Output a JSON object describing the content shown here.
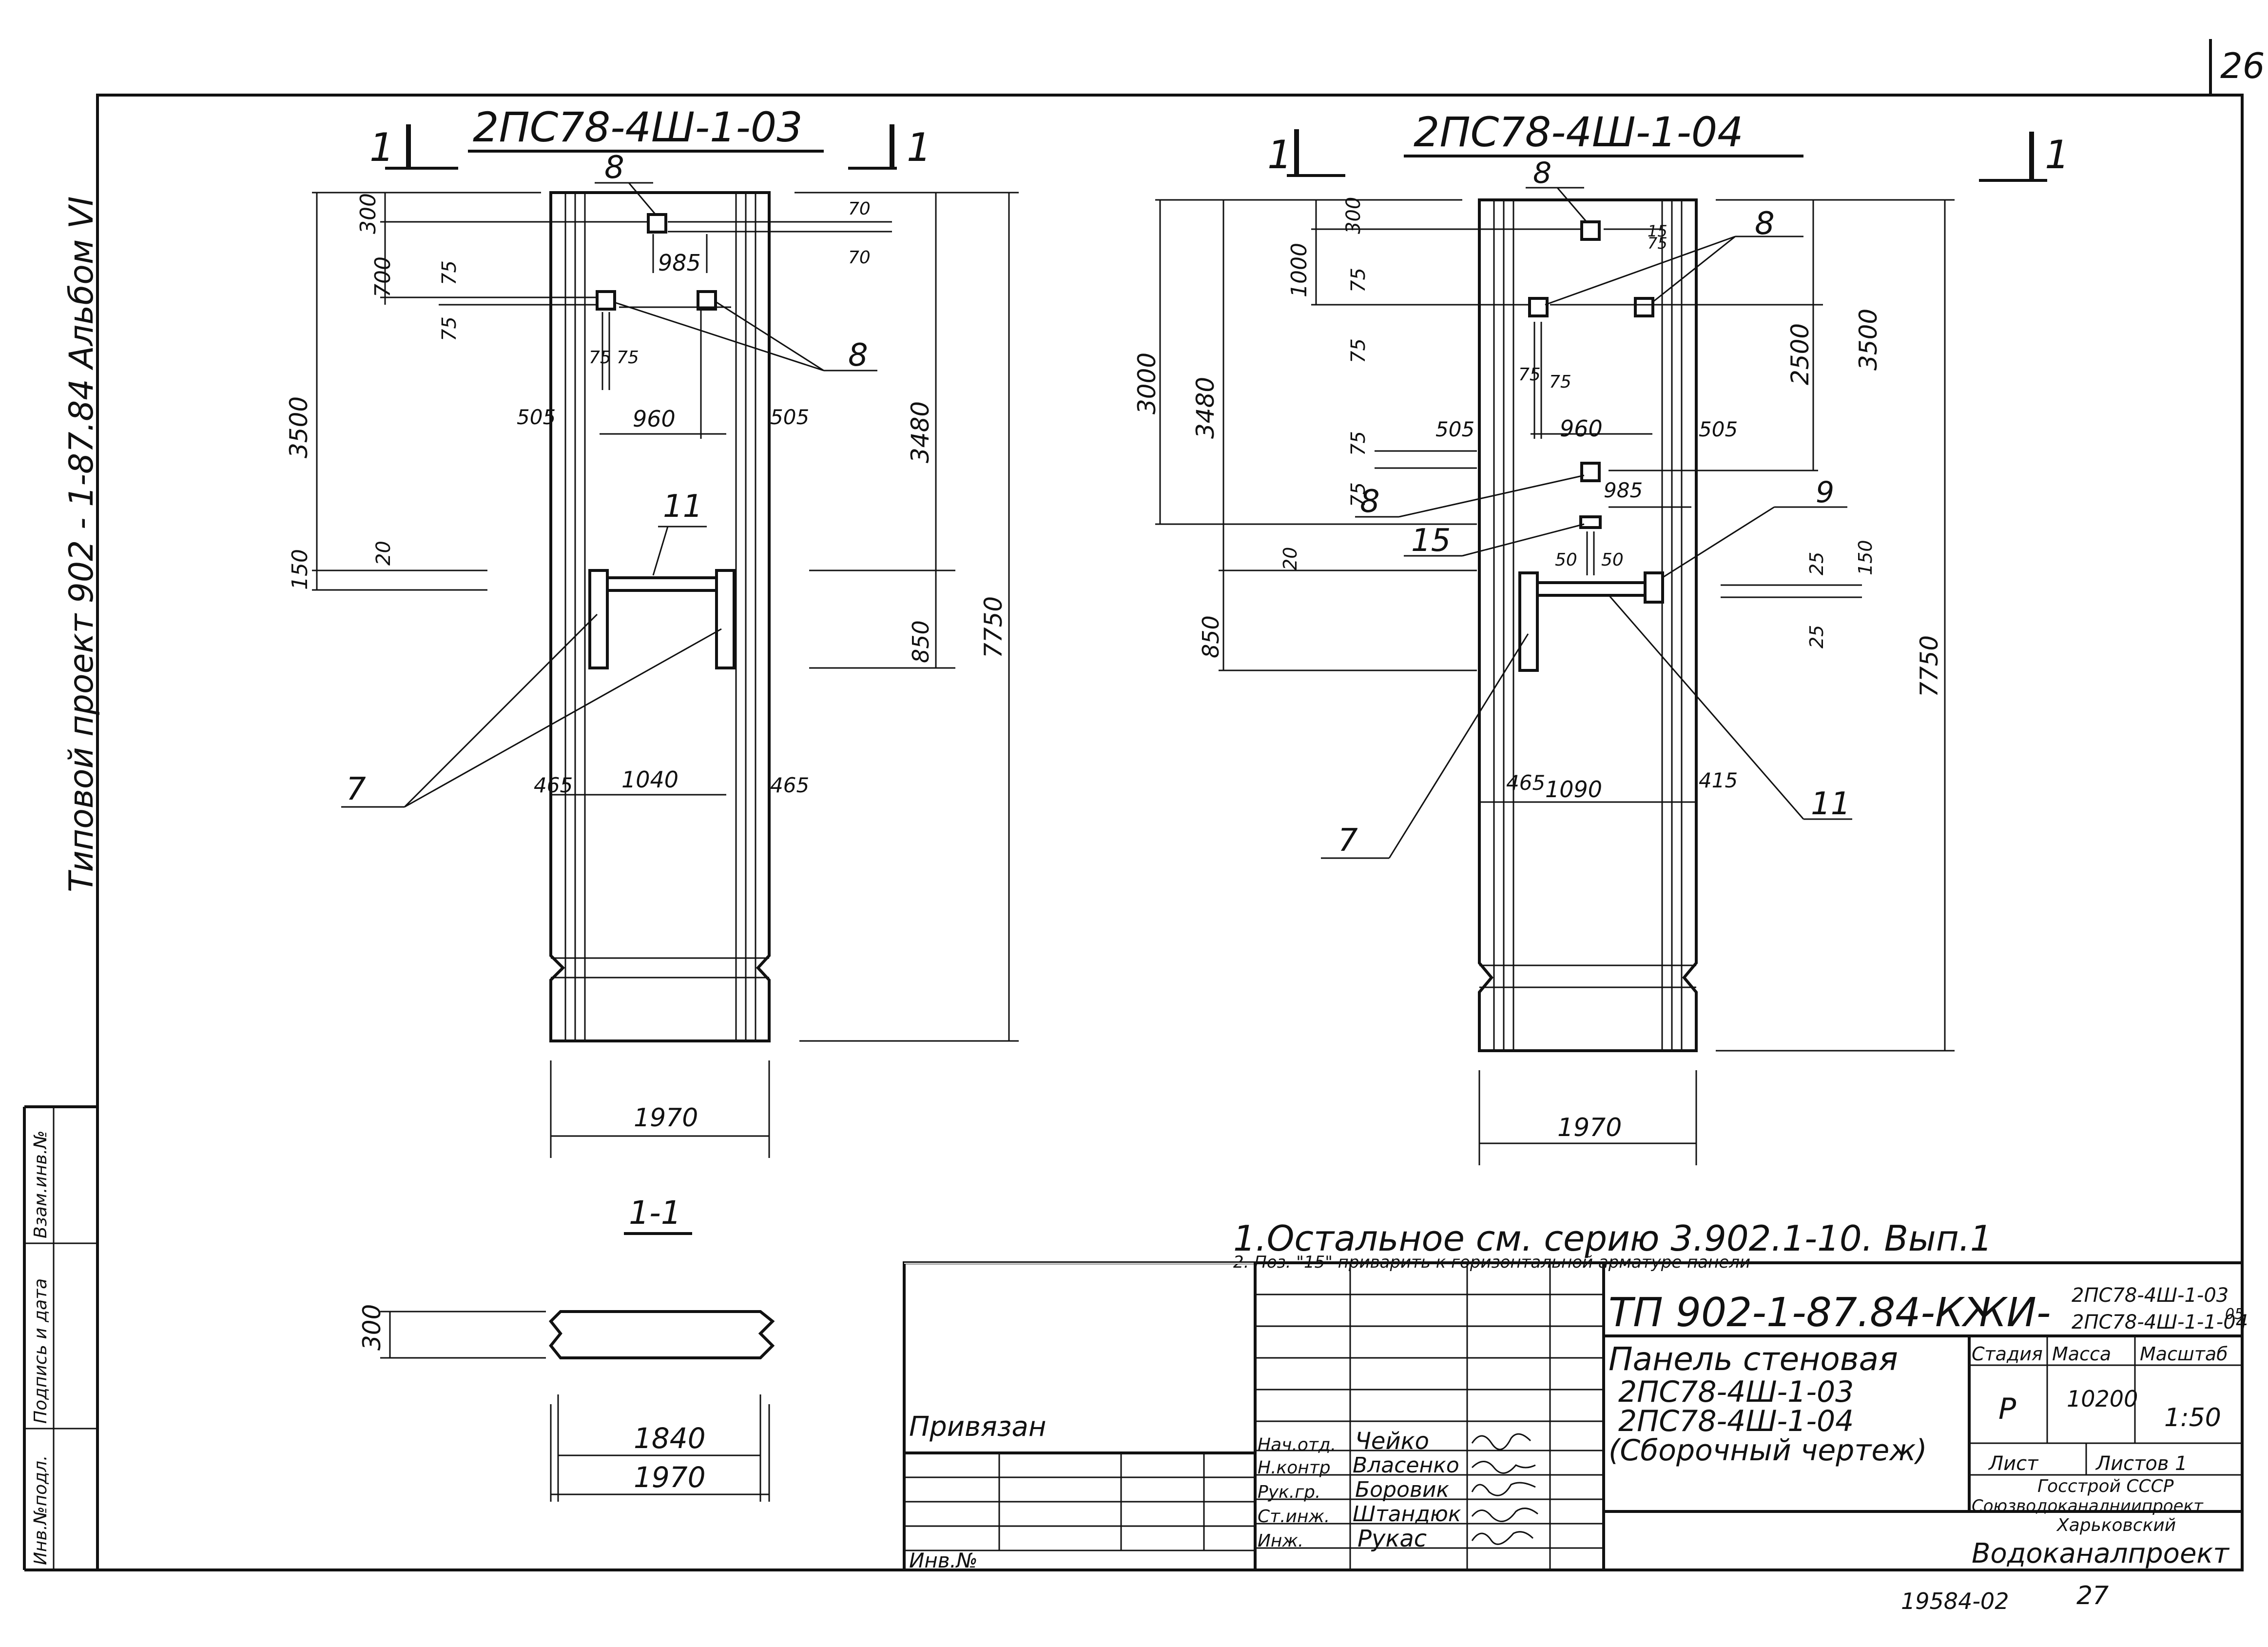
{
  "corner_page_number": "26",
  "side_title": "Типовой проект 902 - 1-87.84 Альбом VI",
  "left_stamp_labels": [
    "Инв.№подл.",
    "Подпись и дата",
    "Взам.инв.№"
  ],
  "left_panel": {
    "title": "2ПС78-4Ш-1-03",
    "section_marks": [
      "1",
      "1"
    ],
    "dims": {
      "d300": "300",
      "d700": "700",
      "d75a": "75",
      "d75b": "75",
      "d3500": "3500",
      "d150": "150",
      "d20": "20",
      "d75c": "75",
      "d75d": "75",
      "d985": "985",
      "d505l": "505",
      "d960": "960",
      "d505r": "505",
      "d70a": "70",
      "d70b": "70",
      "d3480": "3480",
      "d850": "850",
      "d7750": "7750",
      "d465l": "465",
      "d1040": "1040",
      "d465r": "465",
      "d1970": "1970"
    },
    "callouts": {
      "c8a": "8",
      "c8b": "8",
      "c11": "11",
      "c7": "7"
    }
  },
  "right_panel": {
    "title": "2ПС78-4Ш-1-04",
    "section_marks": [
      "1",
      "1"
    ],
    "dims": {
      "d1000": "1000",
      "d300": "300",
      "d75a": "75",
      "d75b": "75",
      "d3000": "3000",
      "d3480": "3480",
      "d75c": "75",
      "d75d": "75",
      "d75e": "75",
      "d75f": "75",
      "d505l": "505",
      "d960": "960",
      "d505r": "505",
      "d985": "985",
      "d50a": "50",
      "d50b": "50",
      "d20": "20",
      "d850": "850",
      "d2500": "2500",
      "d3500": "3500",
      "d25a": "25",
      "d150": "150",
      "d25b": "25",
      "d7750": "7750",
      "d465": "465",
      "d1090": "1090",
      "d415": "415",
      "d1970": "1970",
      "d15": "15",
      "d75g": "75"
    },
    "callouts": {
      "c8a": "8",
      "c8b": "8",
      "c8c": "8",
      "c9": "9",
      "c15": "15",
      "c11": "11",
      "c7": "7"
    }
  },
  "section": {
    "title": "1-1",
    "d300": "300",
    "d1840": "1840",
    "d1970": "1970"
  },
  "notes": {
    "note1": "1.Остальное см. серию 3.902.1-10. Вып.1",
    "note2": "2. Поз. \"15\" приварить к горизонтальной арматуре панели"
  },
  "title_block": {
    "privyazan": "Привязан",
    "inv_no": "Инв.№",
    "roles": [
      "Нач.отд.",
      "Н.контр",
      "Рук.гр.",
      "Ст.инж.",
      "Инж."
    ],
    "names": [
      "Чейко",
      "Власенко",
      "Боровик",
      "Штандюк",
      "Рукас"
    ],
    "doc_code": "ТП 902-1-87.84-КЖИ-",
    "doc_suffix1": "2ПС78-4Ш-1-03",
    "doc_suffix2": "2ПС78-4Ш-1-1-04",
    "doc_sheet_mark": "05",
    "name_lines": [
      "Панель стеновая",
      "2ПС78-4Ш-1-03",
      "2ПС78-4Ш-1-04",
      "(Сборочный чертеж)"
    ],
    "col_stage": "Стадия",
    "col_mass": "Масса",
    "col_scale": "Масштаб",
    "stage": "Р",
    "mass": "10200",
    "scale": "1:50",
    "sheet_label": "Лист",
    "sheets_label": "Листов 1",
    "org_lines": [
      "Госстрой СССР",
      "Союзводоканалниипроект",
      "Харьковский",
      "Водоканалпроект"
    ]
  },
  "bottom_numbers": {
    "archive": "19584-02",
    "page": "27"
  }
}
